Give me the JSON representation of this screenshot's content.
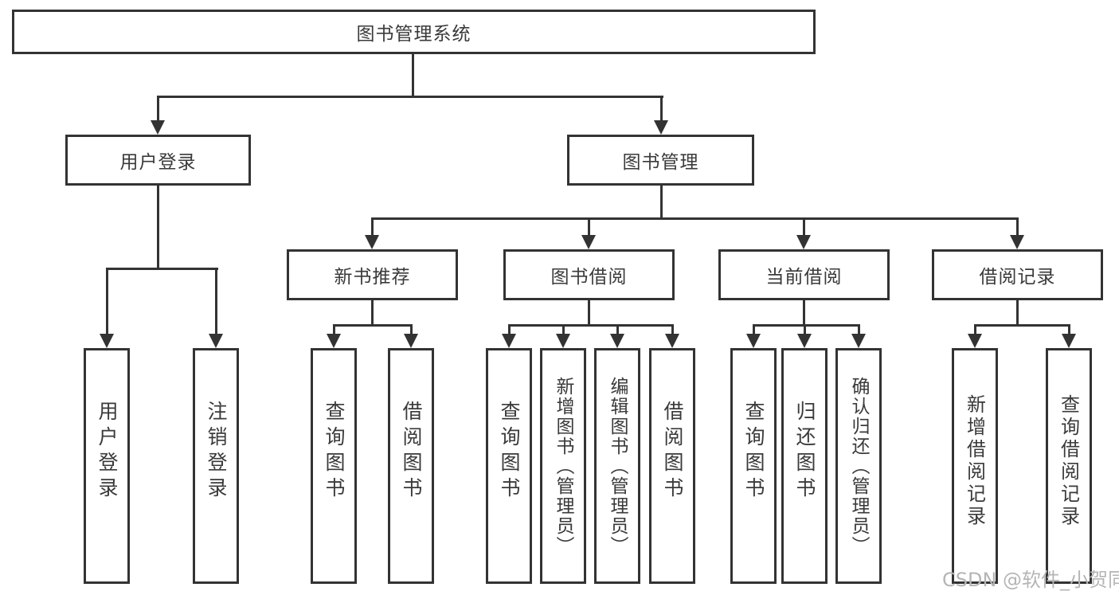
{
  "diagram": {
    "root": {
      "label": "图书管理系统"
    },
    "branches": [
      {
        "label": "用户登录",
        "children": [
          {
            "label": "用户登录"
          },
          {
            "label": "注销登录"
          }
        ]
      },
      {
        "label": "图书管理",
        "children": [
          {
            "label": "新书推荐",
            "children": [
              {
                "label": "查询图书"
              },
              {
                "label": "借阅图书"
              }
            ]
          },
          {
            "label": "图书借阅",
            "children": [
              {
                "label": "查询图书"
              },
              {
                "label": "新增图书（管理员）"
              },
              {
                "label": "编辑图书（管理员）"
              },
              {
                "label": "借阅图书"
              }
            ]
          },
          {
            "label": "当前借阅",
            "children": [
              {
                "label": "查询图书"
              },
              {
                "label": "归还图书"
              },
              {
                "label": "确认归还（管理员）"
              }
            ]
          },
          {
            "label": "借阅记录",
            "children": [
              {
                "label": "新增借阅记录"
              },
              {
                "label": "查询借阅记录"
              }
            ]
          }
        ]
      }
    ]
  },
  "watermark": {
    "text": "CSDN @软件_小贺同学"
  },
  "colors": {
    "line": "#333333",
    "box_border": "#333333",
    "box_fill": "#ffffff",
    "text": "#3a3a3a",
    "watermark": "#b5b5b5"
  }
}
